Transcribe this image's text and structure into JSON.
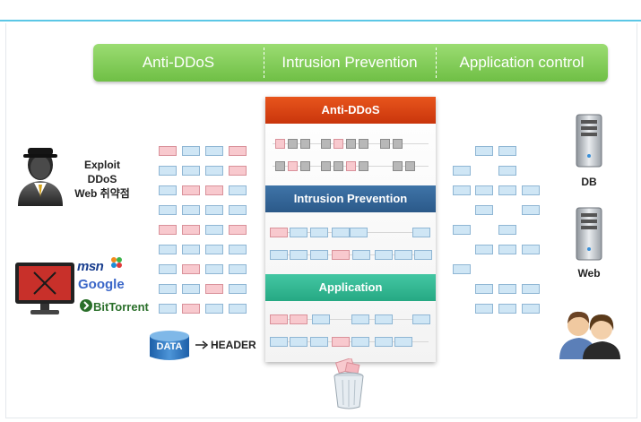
{
  "banner": {
    "segments": [
      "Anti-DDoS",
      "Intrusion Prevention",
      "Application control"
    ]
  },
  "panel": {
    "sections": [
      "Anti-DDoS",
      "Intrusion Prevention",
      "Application"
    ]
  },
  "threats": {
    "lines": [
      "Exploit",
      "DDoS",
      "Web 취약점"
    ]
  },
  "apps": {
    "msn": "msn",
    "google": "Google",
    "bittorrent": "BitTorrent"
  },
  "data_header": {
    "data": "DATA",
    "header": "HEADER"
  },
  "servers": {
    "db": "DB",
    "web": "Web"
  },
  "colors": {
    "banner_green": "#7ccb52",
    "anti_ddos_orange": "#d8441a",
    "intrusion_blue": "#33659a",
    "application_teal": "#32b890",
    "packet_blue": "#cfe6f5",
    "packet_red": "#f8c9ce",
    "packet_gray": "#b8b8b8"
  },
  "icons": [
    "hacker-user-icon",
    "blocked-monitor-icon",
    "data-cylinder-icon",
    "arrow-right-icon",
    "db-server-icon",
    "web-server-icon",
    "users-icon",
    "trash-bin-icon"
  ]
}
